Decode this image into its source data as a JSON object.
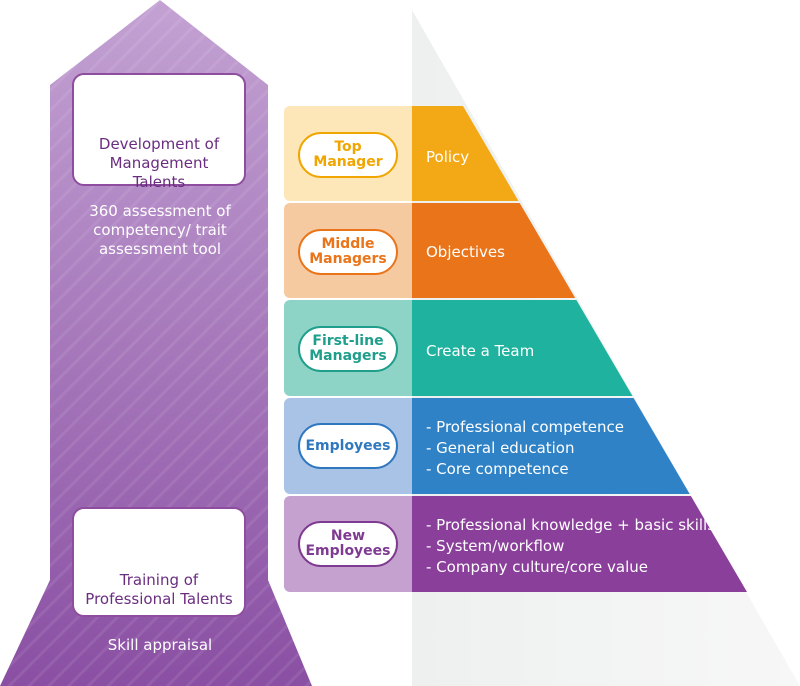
{
  "arrow": {
    "top_box_title": "Development of Management Talents",
    "top_text": "360 assessment of competency/ trait assessment tool",
    "bottom_box_title": "Training of Professional Talents",
    "bottom_text": "Skill appraisal"
  },
  "levels": [
    {
      "label": "Top Manager",
      "items": [
        "Policy"
      ],
      "color": "#f3a915",
      "light": "#fde7b8",
      "pill": "#f0a500"
    },
    {
      "label": "Middle Managers",
      "items": [
        "Objectives"
      ],
      "color": "#ea7419",
      "light": "#f6caa0",
      "pill": "#ea7419"
    },
    {
      "label": "First-line Managers",
      "items": [
        "Create a Team"
      ],
      "color": "#1fb39f",
      "light": "#8ed4c6",
      "pill": "#1f9e8b"
    },
    {
      "label": "Employees",
      "items": [
        "- Professional competence",
        "- General education",
        "- Core competence"
      ],
      "color": "#2f82c6",
      "light": "#a9c3e6",
      "pill": "#2f78c0"
    },
    {
      "label": "New Employees",
      "items": [
        "- Professional knowledge + basic skills",
        "- System/workflow",
        "- Company culture/core value"
      ],
      "color": "#8a3f9a",
      "light": "#c4a1cf",
      "pill": "#7f3a91"
    }
  ],
  "colors": {
    "arrow_top": "#b08bc6",
    "arrow_bottom": "#8a4fa3",
    "box_border": "#8e4d9e"
  },
  "icons": {
    "top": "team-gear-icon",
    "bottom": "person-check-icon"
  }
}
